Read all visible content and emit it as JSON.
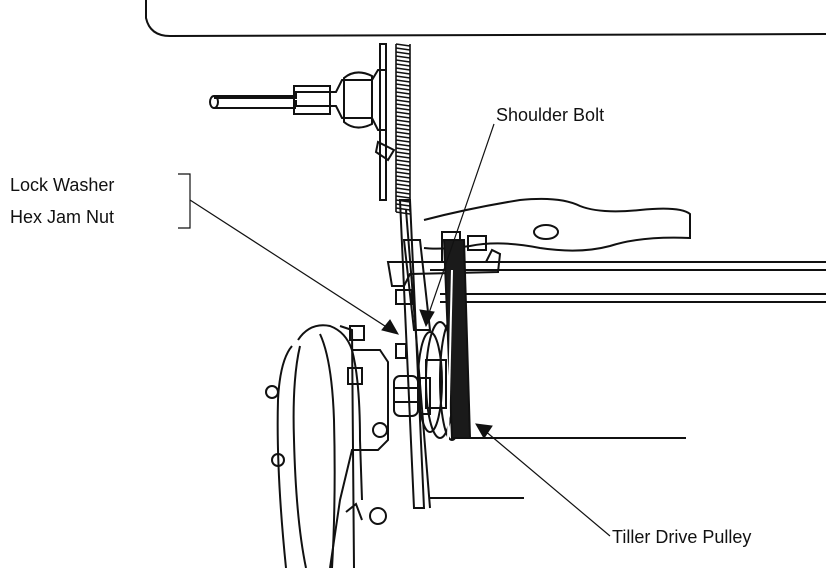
{
  "labels": {
    "lock_washer": "Lock Washer",
    "hex_jam_nut": "Hex Jam Nut",
    "shoulder_bolt": "Shoulder Bolt",
    "tiller_drive_pulley": "Tiller Drive Pulley"
  },
  "colors": {
    "ink": "#111111",
    "paper": "#ffffff",
    "belt": "#1a1a1a"
  }
}
